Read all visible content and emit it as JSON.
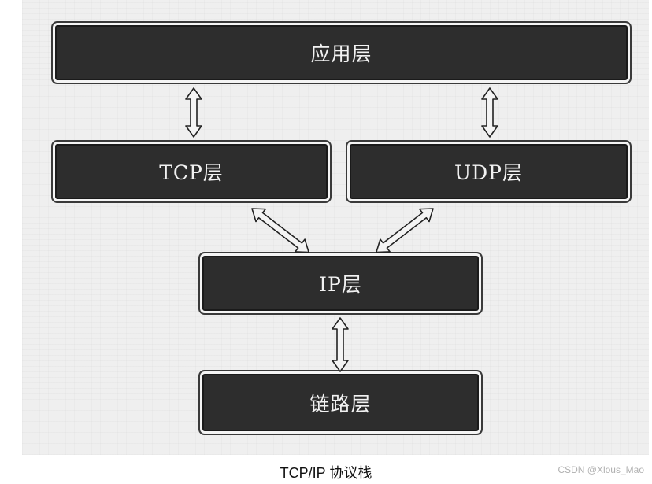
{
  "diagram": {
    "layers": {
      "application": "应用层",
      "tcp": "TCP层",
      "udp": "UDP层",
      "ip": "IP层",
      "link": "链路层"
    },
    "connections": [
      {
        "from": "application",
        "to": "tcp",
        "type": "bidirectional"
      },
      {
        "from": "application",
        "to": "udp",
        "type": "bidirectional"
      },
      {
        "from": "tcp",
        "to": "ip",
        "type": "bidirectional"
      },
      {
        "from": "udp",
        "to": "ip",
        "type": "bidirectional"
      },
      {
        "from": "ip",
        "to": "link",
        "type": "bidirectional"
      }
    ]
  },
  "caption": "TCP/IP 协议栈",
  "watermark": "CSDN @Xlous_Mao"
}
